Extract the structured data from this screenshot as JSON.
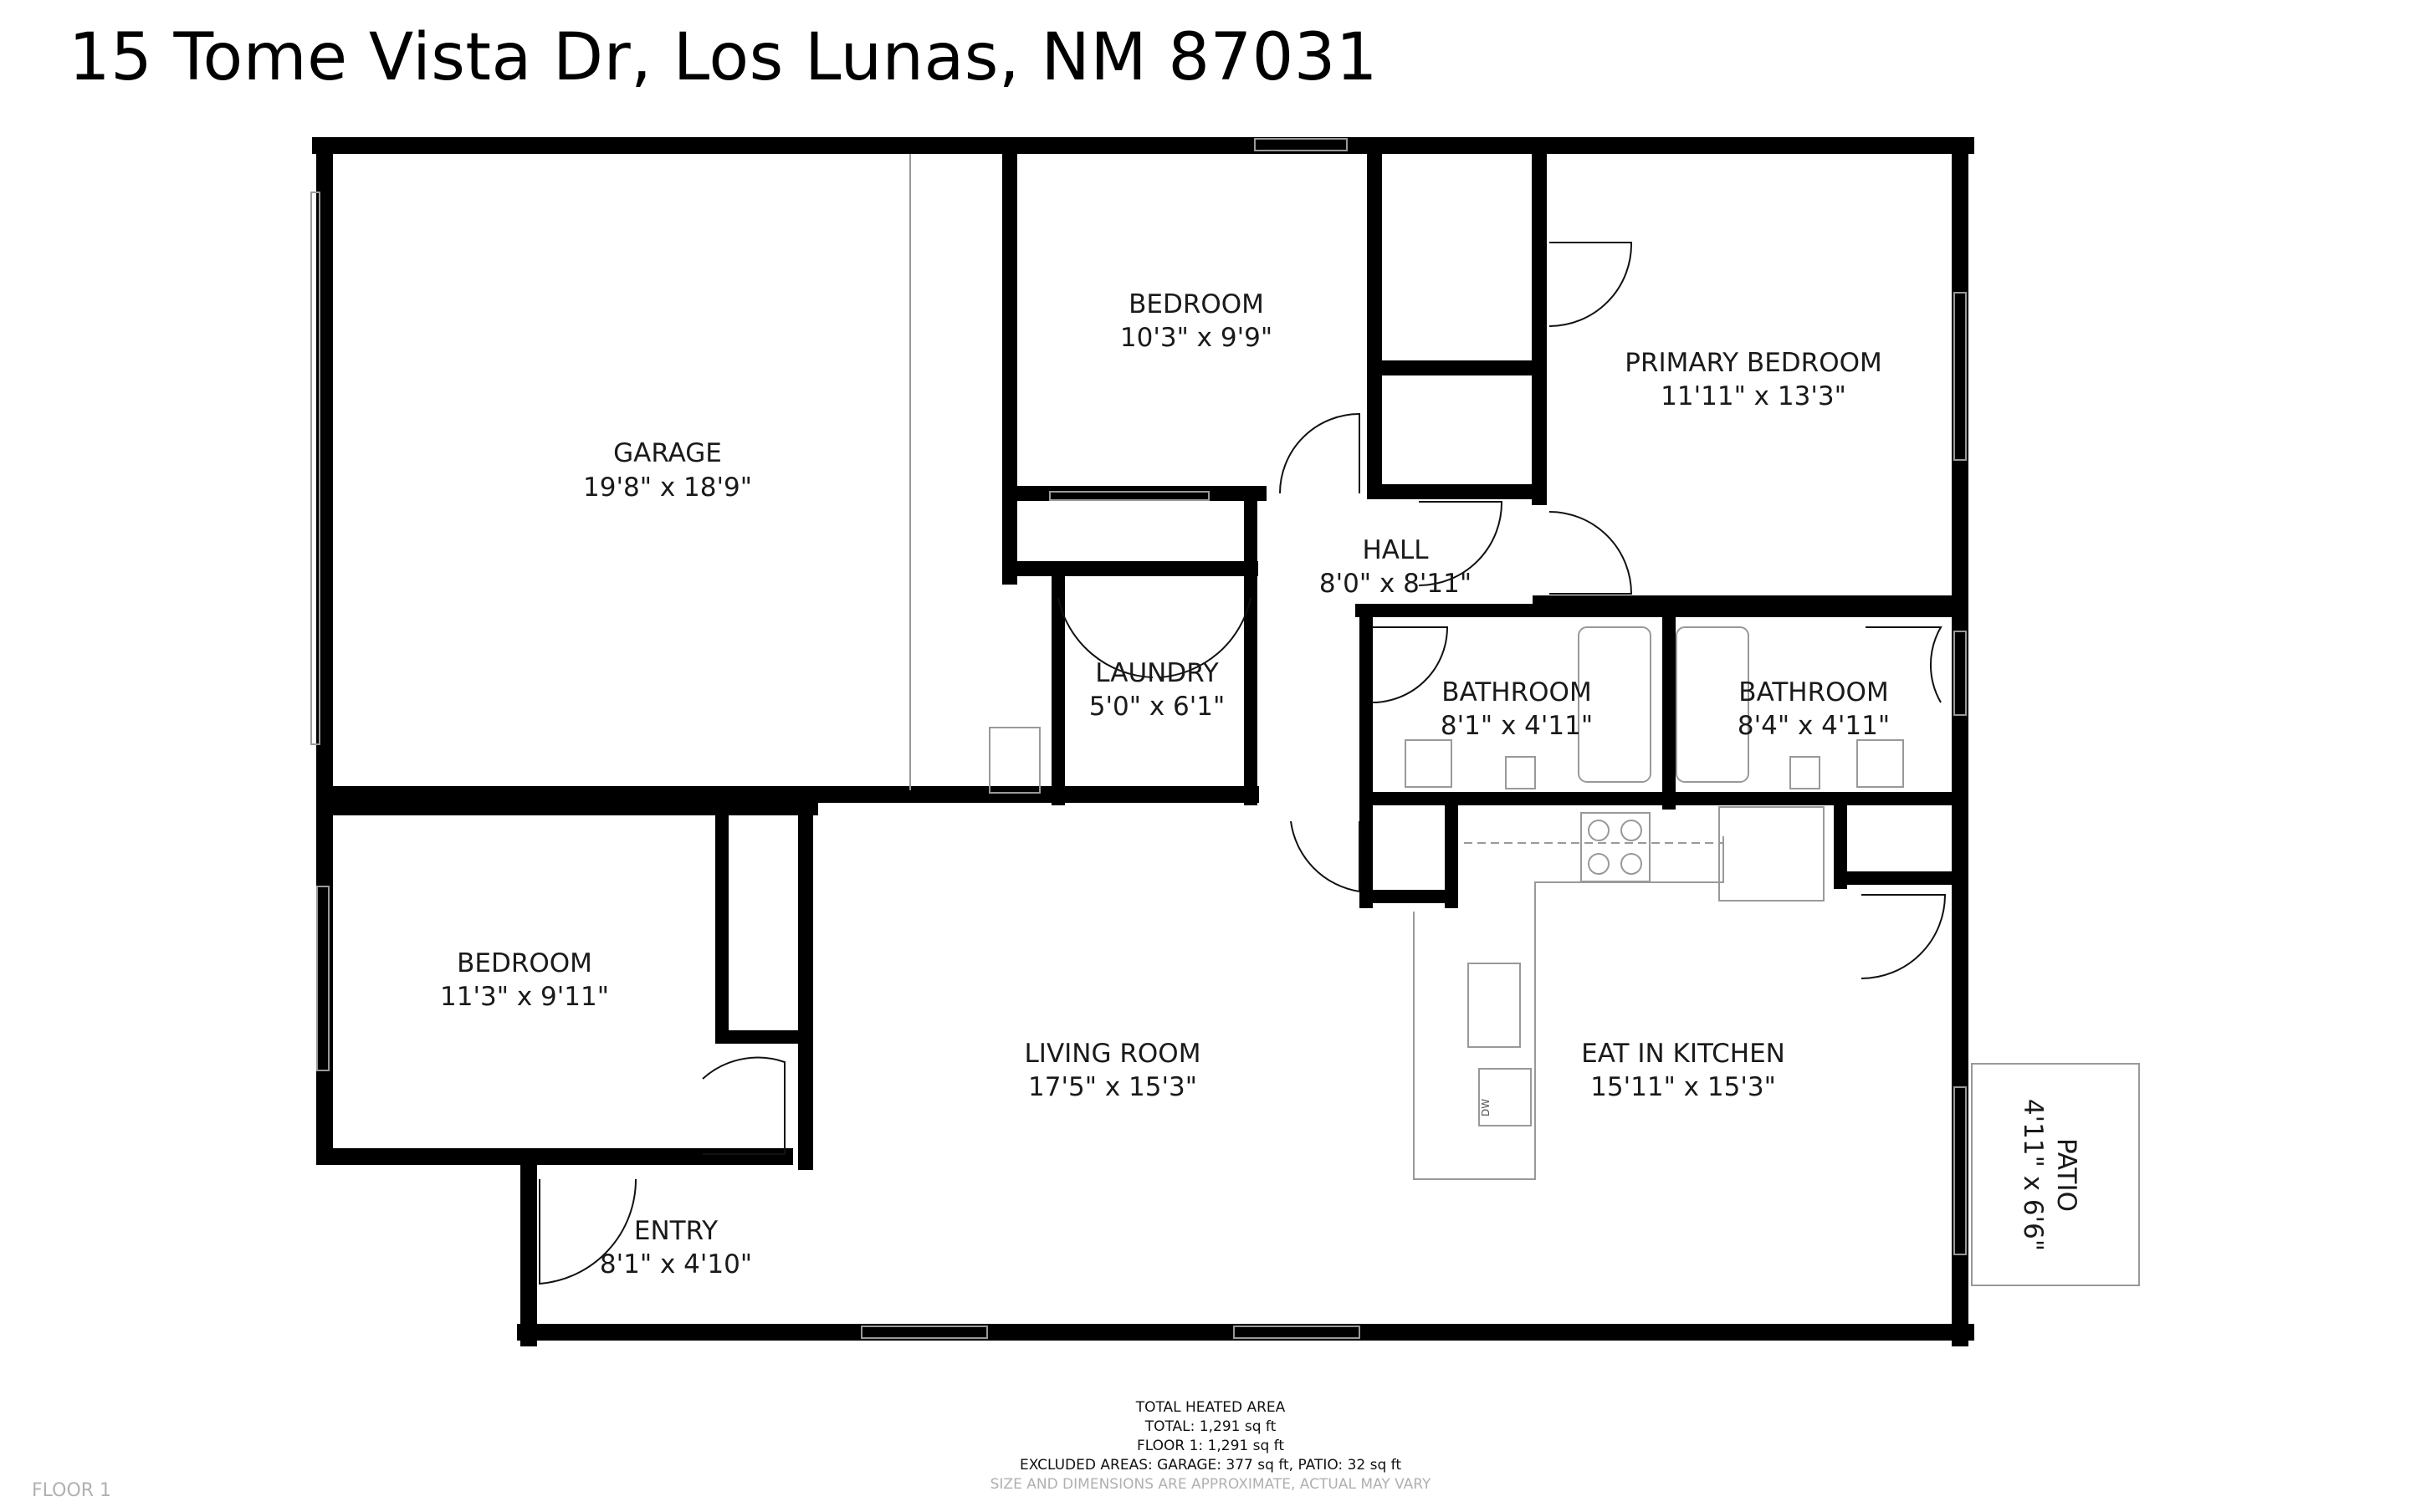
{
  "title": "15 Tome Vista Dr, Los Lunas, NM 87031",
  "rooms": {
    "garage": {
      "name": "GARAGE",
      "dims": "19'8\" x 18'9\""
    },
    "bedroom_top": {
      "name": "BEDROOM",
      "dims": "10'3\" x 9'9\""
    },
    "primary_bedroom": {
      "name": "PRIMARY BEDROOM",
      "dims": "11'11\" x 13'3\""
    },
    "hall": {
      "name": "HALL",
      "dims": "8'0\" x 8'11\""
    },
    "laundry": {
      "name": "LAUNDRY",
      "dims": "5'0\" x 6'1\""
    },
    "bathroom_1": {
      "name": "BATHROOM",
      "dims": "8'1\" x 4'11\""
    },
    "bathroom_2": {
      "name": "BATHROOM",
      "dims": "8'4\" x 4'11\""
    },
    "bedroom_left": {
      "name": "BEDROOM",
      "dims": "11'3\" x 9'11\""
    },
    "living_room": {
      "name": "LIVING ROOM",
      "dims": "17'5\" x 15'3\""
    },
    "kitchen": {
      "name": "EAT IN KITCHEN",
      "dims": "15'11\" x 15'3\""
    },
    "entry": {
      "name": "ENTRY",
      "dims": "8'1\" x 4'10\""
    },
    "patio": {
      "name": "PATIO",
      "dims": "4'11\" x 6'6\""
    }
  },
  "appliance_label": "DW",
  "footer": {
    "heading": "TOTAL HEATED AREA",
    "total": "TOTAL: 1,291 sq ft",
    "floor": "FLOOR 1: 1,291 sq ft",
    "excluded": "EXCLUDED AREAS: GARAGE: 377 sq ft, PATIO: 32 sq ft",
    "disclaimer": "SIZE AND DIMENSIONS ARE APPROXIMATE, ACTUAL MAY VARY"
  },
  "floor_label": "FLOOR 1"
}
